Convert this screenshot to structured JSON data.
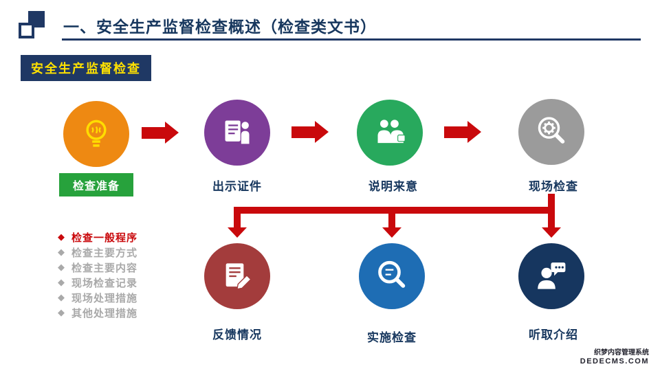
{
  "header": {
    "title": "一、安全生产监督检查概述（检查类文书）"
  },
  "badge": {
    "label": "安全生产监督检查"
  },
  "flow": {
    "top_steps": [
      {
        "label": "检查准备",
        "icon": "lightbulb-icon",
        "color": "#EE8912"
      },
      {
        "label": "出示证件",
        "icon": "id-card-icon",
        "color": "#7D3D98"
      },
      {
        "label": "说明来意",
        "icon": "people-meeting-icon",
        "color": "#28A95D"
      },
      {
        "label": "现场检查",
        "icon": "magnifier-gear-icon",
        "color": "#9B9B9B"
      }
    ],
    "bottom_steps": [
      {
        "label": "反馈情况",
        "icon": "document-pen-icon",
        "color": "#A33C3C"
      },
      {
        "label": "实施检查",
        "icon": "magnifier-icon",
        "color": "#1E6DB4"
      },
      {
        "label": "听取介绍",
        "icon": "person-speech-icon",
        "color": "#16365F"
      }
    ]
  },
  "menu": {
    "bullet": "◆",
    "items": [
      {
        "label": "检查一般程序",
        "active": true
      },
      {
        "label": "检查主要方式",
        "active": false
      },
      {
        "label": "检查主要内容",
        "active": false
      },
      {
        "label": "现场检查记录",
        "active": false
      },
      {
        "label": "现场处理措施",
        "active": false
      },
      {
        "label": "其他处理措施",
        "active": false
      }
    ]
  },
  "watermark": {
    "line1": "织梦内容管理系统",
    "line2": "DEDECMS.COM"
  },
  "colors": {
    "navy": "#1F3864",
    "text_navy": "#17375E",
    "red": "#C9090C",
    "badge_yellow": "#FFE100",
    "label_green": "#27A23C",
    "menu_gray": "#A9A9A9"
  }
}
